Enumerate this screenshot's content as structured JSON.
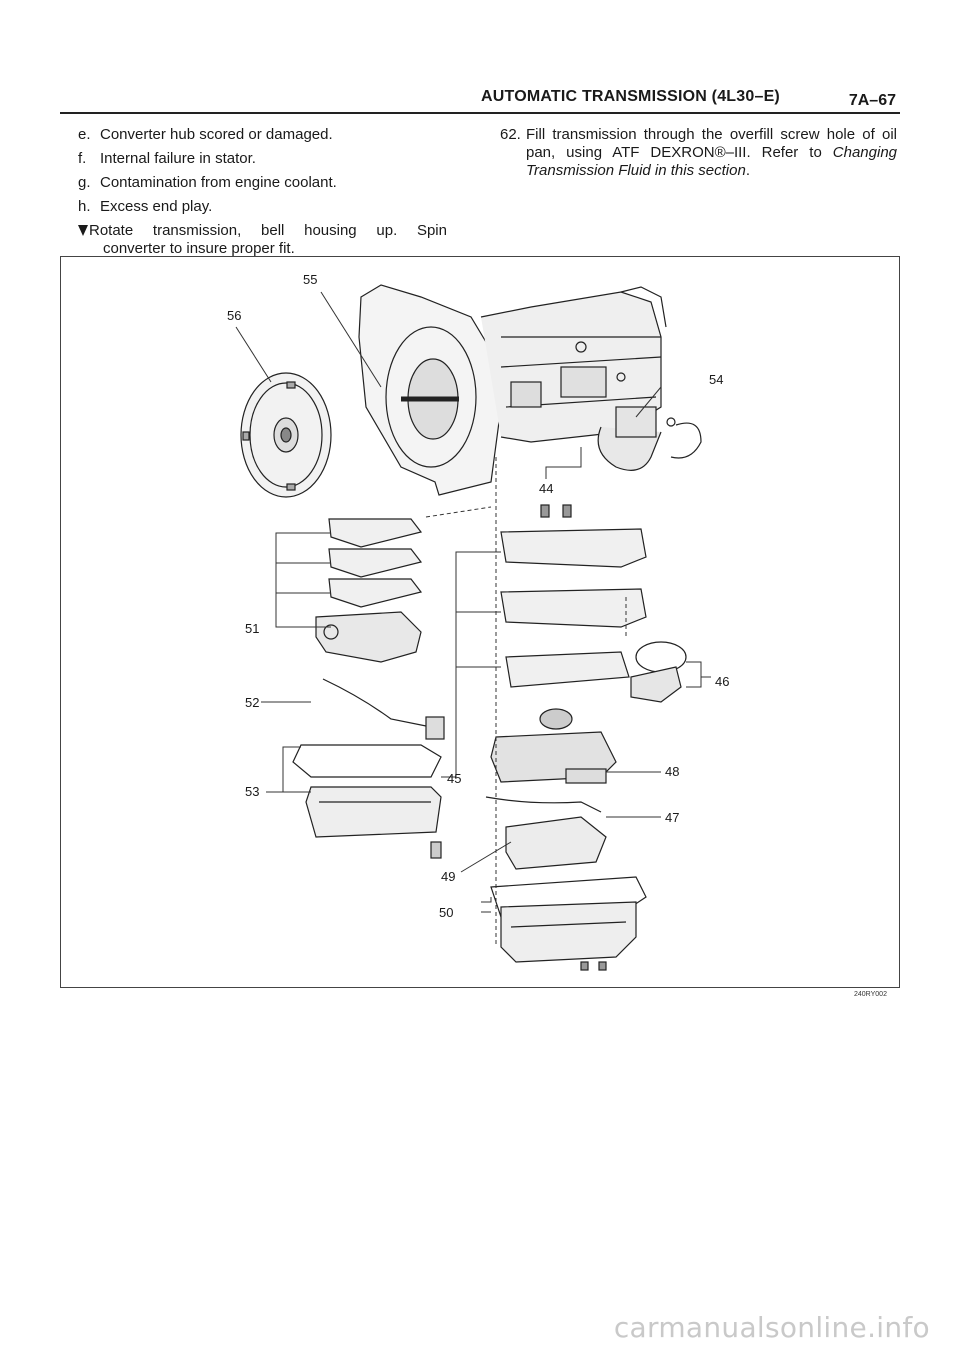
{
  "header": {
    "title": "AUTOMATIC TRANSMISSION (4L30–E)",
    "page": "7A–67"
  },
  "left_column": {
    "items": [
      {
        "label": "e.",
        "text": "Converter hub scored or damaged."
      },
      {
        "label": "f.",
        "text": "Internal failure in stator."
      },
      {
        "label": "g.",
        "text": "Contamination from engine coolant."
      },
      {
        "label": "h.",
        "text": "Excess end play."
      }
    ],
    "note_line1": "Rotate transmission, bell housing up. Spin",
    "note_line2": "converter to insure proper fit."
  },
  "right_column": {
    "step_number": "62.",
    "step_text": "Fill transmission through the overfill screw hole of oil pan, using ATF DEXRON®–III. Refer to ",
    "step_ref": "Changing Transmission Fluid in this section",
    "step_end": "."
  },
  "figure": {
    "callouts": {
      "c55": "55",
      "c56": "56",
      "c54": "54",
      "c44": "44",
      "c51": "51",
      "c46": "46",
      "c52": "52",
      "c45": "45",
      "c48": "48",
      "c53": "53",
      "c47": "47",
      "c49": "49",
      "c50": "50"
    },
    "code": "240RY002"
  },
  "watermark": "carmanualsonline.info"
}
